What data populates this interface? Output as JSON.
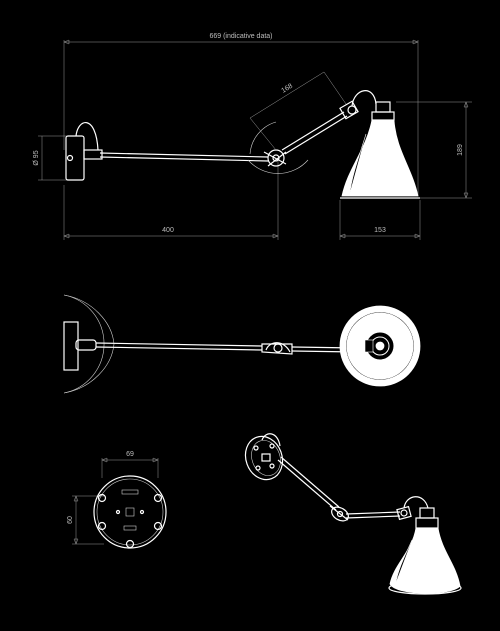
{
  "dimensions": {
    "overall_width": "669 (indicative data)",
    "arm_length": "400",
    "shade_width": "153",
    "upper_arm": "168",
    "shade_height": "189",
    "base_diameter": "Ø 95",
    "plate_width": "69",
    "plate_height": "60"
  },
  "colors": {
    "background": "#000000",
    "line": "#ffffff",
    "dimension": "#9a9a9a"
  }
}
